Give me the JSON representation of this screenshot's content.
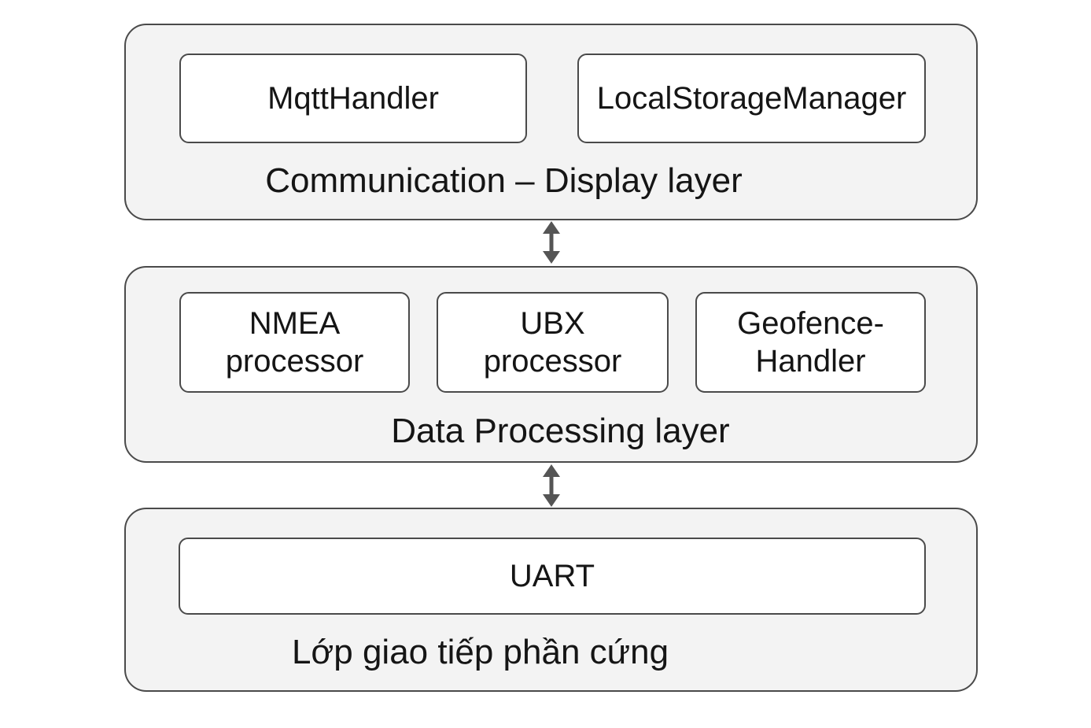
{
  "diagram": {
    "layers": [
      {
        "title": "Communication – Display layer",
        "modules": [
          "MqttHandler",
          "LocalStorageManager"
        ]
      },
      {
        "title": "Data Processing layer",
        "modules": [
          "NMEA\nprocessor",
          "UBX\nprocessor",
          "Geofence-\nHandler"
        ]
      },
      {
        "title": "Lớp giao tiếp phần cứng",
        "modules": [
          "UART"
        ]
      }
    ],
    "connector_color": "#555555",
    "border_color": "#4a4a4a",
    "layer_fill": "#f3f3f3",
    "module_fill": "#ffffff"
  }
}
